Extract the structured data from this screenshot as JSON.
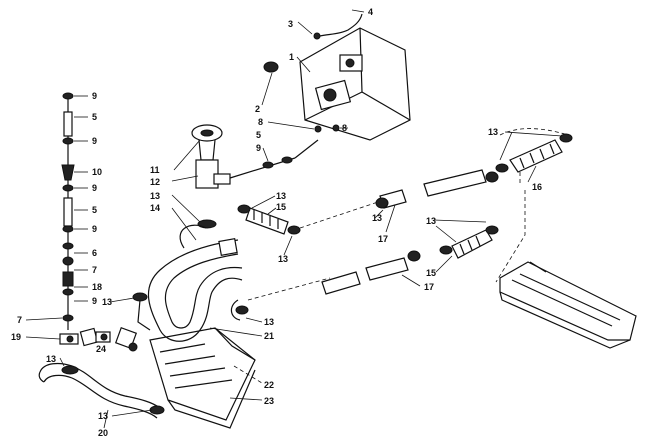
{
  "callouts": [
    {
      "id": "c-9a",
      "text": "9"
    },
    {
      "id": "c-5a",
      "text": "5"
    },
    {
      "id": "c-9b",
      "text": "9"
    },
    {
      "id": "c-10",
      "text": "10"
    },
    {
      "id": "c-9c",
      "text": "9"
    },
    {
      "id": "c-5b",
      "text": "5"
    },
    {
      "id": "c-9d",
      "text": "9"
    },
    {
      "id": "c-6",
      "text": "6"
    },
    {
      "id": "c-7a",
      "text": "7"
    },
    {
      "id": "c-18",
      "text": "18"
    },
    {
      "id": "c-9e",
      "text": "9"
    },
    {
      "id": "c-7b",
      "text": "7"
    },
    {
      "id": "c-19",
      "text": "19"
    },
    {
      "id": "c-24",
      "text": "24"
    },
    {
      "id": "c-13a",
      "text": "13"
    },
    {
      "id": "c-20",
      "text": "20"
    },
    {
      "id": "c-13b",
      "text": "13"
    },
    {
      "id": "c-3",
      "text": "3"
    },
    {
      "id": "c-4",
      "text": "4"
    },
    {
      "id": "c-1",
      "text": "1"
    },
    {
      "id": "c-2",
      "text": "2"
    },
    {
      "id": "c-8a",
      "text": "8"
    },
    {
      "id": "c-8b",
      "text": "8"
    },
    {
      "id": "c-5c",
      "text": "5"
    },
    {
      "id": "c-9f",
      "text": "9"
    },
    {
      "id": "c-11",
      "text": "11"
    },
    {
      "id": "c-12",
      "text": "12"
    },
    {
      "id": "c-13c",
      "text": "13"
    },
    {
      "id": "c-14",
      "text": "14"
    },
    {
      "id": "c-13d",
      "text": "13"
    },
    {
      "id": "c-15a",
      "text": "15"
    },
    {
      "id": "c-13e",
      "text": "13"
    },
    {
      "id": "c-13f",
      "text": "13"
    },
    {
      "id": "c-13g",
      "text": "13"
    },
    {
      "id": "c-16",
      "text": "16"
    },
    {
      "id": "c-13h",
      "text": "13"
    },
    {
      "id": "c-17a",
      "text": "17"
    },
    {
      "id": "c-13i",
      "text": "13"
    },
    {
      "id": "c-15b",
      "text": "15"
    },
    {
      "id": "c-17b",
      "text": "17"
    },
    {
      "id": "c-13j",
      "text": "13"
    },
    {
      "id": "c-21",
      "text": "21"
    },
    {
      "id": "c-22",
      "text": "22"
    },
    {
      "id": "c-23",
      "text": "23"
    }
  ]
}
